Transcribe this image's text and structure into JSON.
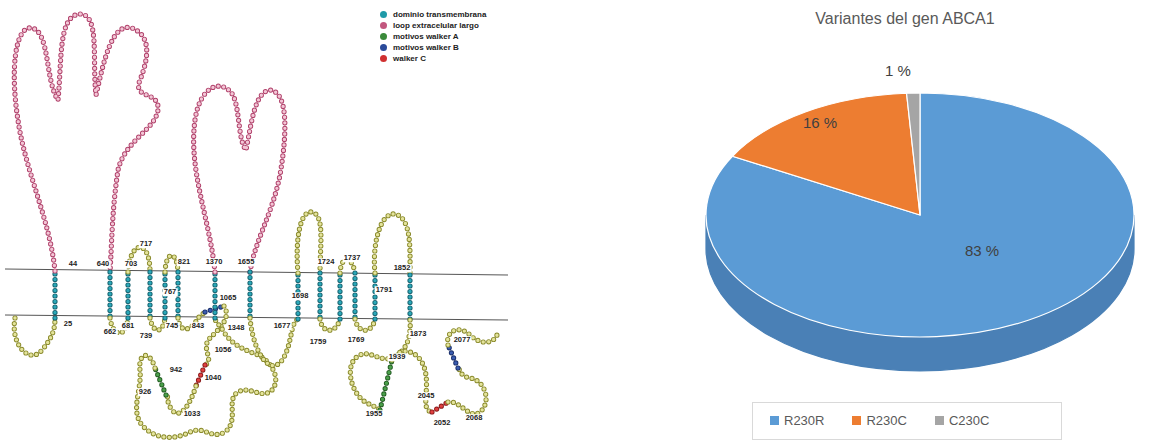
{
  "diagram": {
    "title": "Variantes del gen ABCA1",
    "labels": [
      "44",
      "640",
      "703",
      "717",
      "767",
      "821",
      "1370",
      "1655",
      "1724",
      "1737",
      "1852",
      "25",
      "662",
      "681",
      "739",
      "745",
      "843",
      "1065",
      "1056",
      "1348",
      "1677",
      "1698",
      "1759",
      "1769",
      "1791",
      "1873",
      "942",
      "926",
      "1040",
      "1033",
      "1939",
      "1955",
      "2077",
      "2045",
      "2052",
      "2068",
      "83 %",
      "16 %",
      "1 %"
    ],
    "legend": [
      {
        "text": "dominio transmembrana",
        "color": "#1f9aa8"
      },
      {
        "text": "loop extracelular largo",
        "color": "#c2577e"
      },
      {
        "text": "motivos walker A",
        "color": "#3a8a3a"
      },
      {
        "text": "motivos walker B",
        "color": "#2a4a9a"
      },
      {
        "text": "walker C",
        "color": "#d03030"
      },
      {
        "text": "R230R",
        "color": "#5b9bd5"
      },
      {
        "text": "R230C",
        "color": "#ed7d31"
      },
      {
        "text": "C230C",
        "color": "#a5a5a5"
      }
    ]
  }
}
